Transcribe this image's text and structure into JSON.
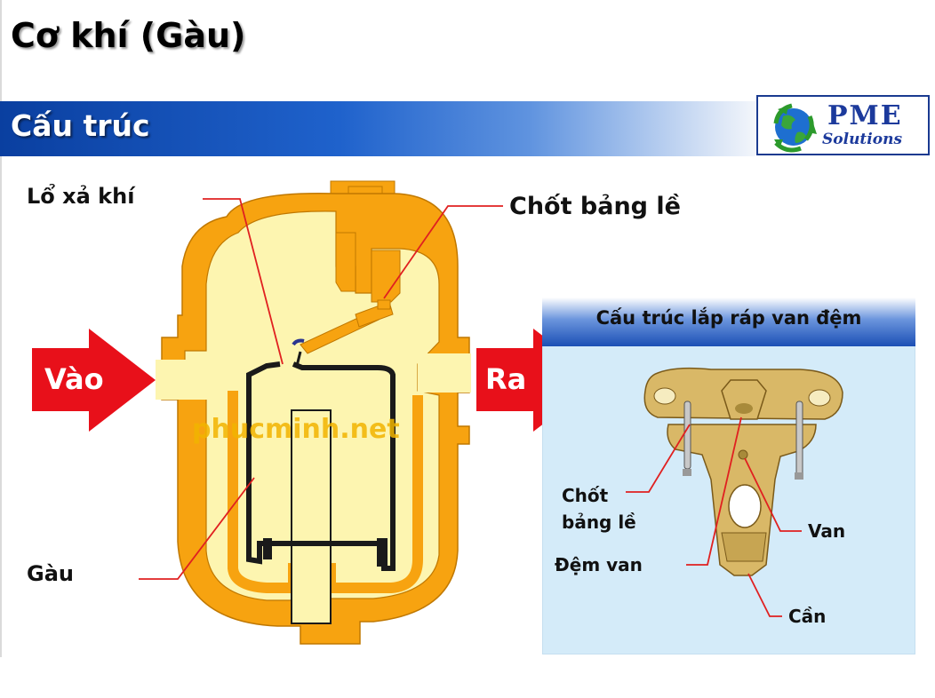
{
  "slide_title": "Cơ khí (Gàu)",
  "section_title": "Cấu trúc",
  "logo": {
    "brand": "PME",
    "tagline": "Solutions"
  },
  "main_diagram": {
    "labels": {
      "air_vent": "Lổ xả khí",
      "hinge_pin": "Chốt bảng lề",
      "bucket": "Gàu"
    },
    "inlet": "Vào",
    "outlet": "Ra",
    "watermark": "phucminh.net"
  },
  "assembly_panel": {
    "title": "Cấu trúc lắp ráp van đệm",
    "labels": {
      "hinge_pin_line1": "Chốt",
      "hinge_pin_line2": "bảng lề",
      "valve_seat": "Đệm van",
      "valve": "Van",
      "lever": "Cần"
    }
  },
  "colors": {
    "body_orange": "#f7a310",
    "body_cream": "#fdf5b0",
    "arrow_red": "#e8101a",
    "leader_red": "#e02020",
    "header_blue": "#1f62cc",
    "panel_blue": "#d4ebf9",
    "brass": "#d9b867"
  }
}
